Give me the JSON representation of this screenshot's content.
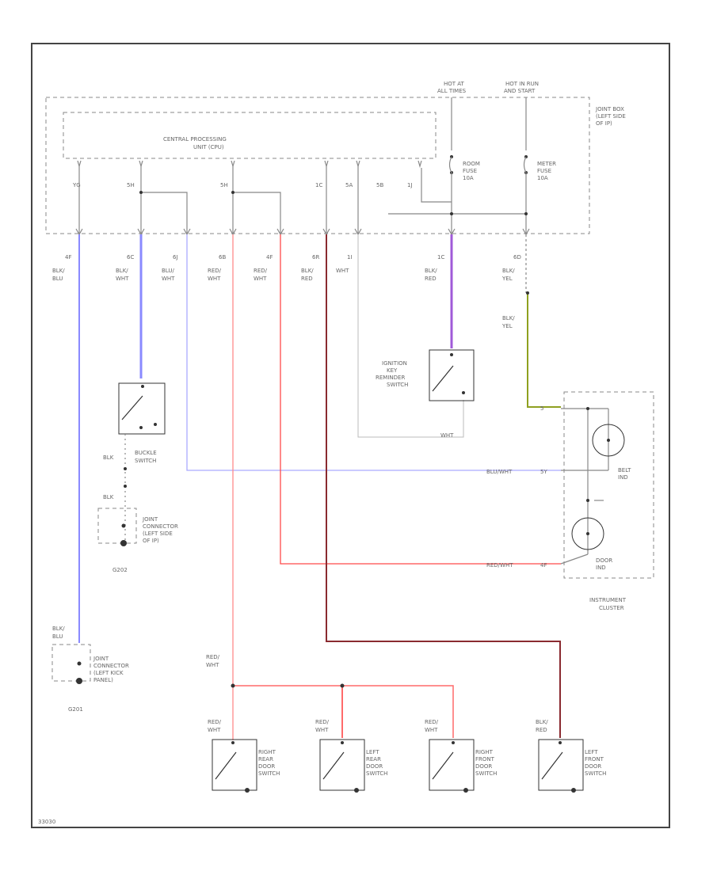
{
  "labels": {
    "hot_at_all_times": [
      "HOT AT",
      "ALL TIMES"
    ],
    "hot_in_run": [
      "HOT IN RUN",
      "AND START"
    ],
    "joint_box": [
      "JOINT BOX",
      "(LEFT SIDE",
      "OF IP)"
    ],
    "cpu": [
      "CENTRAL PROCESSING",
      "UNIT (CPU)"
    ],
    "room_fuse": [
      "ROOM",
      "FUSE",
      "10A"
    ],
    "meter_fuse": [
      "METER",
      "FUSE",
      "10A"
    ],
    "ignition_switch": [
      "IGNITION",
      "KEY",
      "REMINDER",
      "SWITCH"
    ],
    "buckle_switch": [
      "BUCKLE",
      "SWITCH"
    ],
    "joint_connector_ip": [
      "JOINT",
      "CONNECTOR",
      "(LEFT SIDE",
      "OF IP)"
    ],
    "joint_connector_kick": [
      "JOINT",
      "CONNECTOR",
      "(LEFT KICK",
      "PANEL)"
    ],
    "belt_ind": [
      "BELT",
      "IND"
    ],
    "door_ind": [
      "DOOR",
      "IND"
    ],
    "instrument_cluster": [
      "INSTRUMENT",
      "CLUSTER"
    ],
    "ground_g202": "G202",
    "ground_g201": "G201",
    "right_rear": [
      "RIGHT",
      "REAR",
      "DOOR",
      "SWITCH"
    ],
    "left_rear": [
      "LEFT",
      "REAR",
      "DOOR",
      "SWITCH"
    ],
    "right_front": [
      "RIGHT",
      "FRONT",
      "DOOR",
      "SWITCH"
    ],
    "left_front": [
      "LEFT",
      "FRONT",
      "DOOR",
      "SWITCH"
    ]
  },
  "cpu_pins": [
    "YG",
    "5H",
    "5H",
    "1C",
    "5A",
    "5B",
    "1J"
  ],
  "joint_pins": [
    "4F",
    "6C",
    "6J",
    "6B",
    "4F",
    "6R",
    "1I",
    "1C",
    "6D"
  ],
  "wires": {
    "blu_blu": [
      "BLK/",
      "BLU"
    ],
    "blk_wht_1": [
      "BLK/",
      "WHT"
    ],
    "blu_wht": [
      "BLU/",
      "WHT"
    ],
    "red_wht": [
      "RED/",
      "WHT"
    ],
    "red_wht_2": [
      "RED/",
      "WHT"
    ],
    "blk_red": [
      "BLK/",
      "RED"
    ],
    "wht": "WHT",
    "blk_red_2": [
      "BLK/",
      "RED"
    ],
    "blk_yel": [
      "BLK/",
      "YEL"
    ],
    "blk_yel_2": [
      "BLK/",
      "YEL"
    ],
    "blk_below_buckle": "BLK",
    "blk_jc": "BLK",
    "blk_blu_lower": [
      "BLK/",
      "BLU"
    ],
    "wht_ign_return": "WHT",
    "blu_wht_cluster": "BLU/WHT",
    "red_wht_cluster": "RED/WHT",
    "red_wht_bus": [
      "RED/",
      "WHT"
    ],
    "red_wht_rr": [
      "RED/",
      "WHT"
    ],
    "red_wht_lr": [
      "RED/",
      "WHT"
    ],
    "red_wht_rf": [
      "RED/",
      "WHT"
    ],
    "blk_red_lf": [
      "BLK/",
      "RED"
    ],
    "cluster_pin_belt": "5Y",
    "cluster_pin_door": "4F"
  },
  "footer_code": "33030",
  "colors": {
    "blue": "#8a8aff",
    "purple": "#a05ad8",
    "red": "#ff6a6a",
    "dark_red": "#8a2a30",
    "olive": "#8fa020",
    "gray_wire": "#999999"
  }
}
